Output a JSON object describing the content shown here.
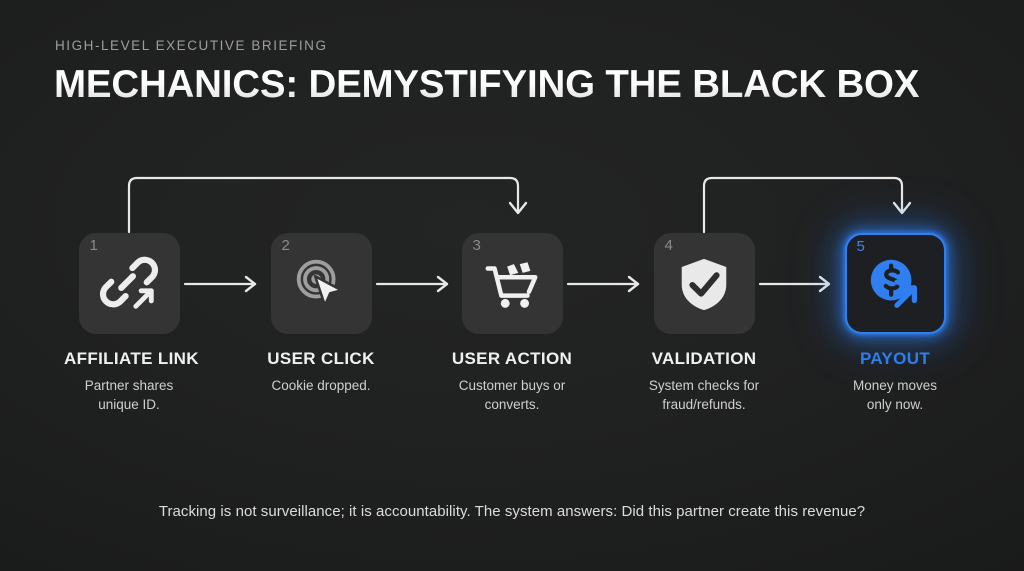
{
  "header": {
    "eyebrow": "HIGH-LEVEL EXECUTIVE BRIEFING",
    "title": "MECHANICS: DEMYSTIFYING THE BLACK BOX"
  },
  "colors": {
    "background": "#1f2020",
    "card": "#343434",
    "accent": "#2f7ff0",
    "text": "#f0f0f0",
    "muted": "#9d9d9d",
    "connector": "#e6e6e6"
  },
  "flow": {
    "steps": [
      {
        "number": "1",
        "icon": "link-icon",
        "title": "AFFILIATE LINK",
        "desc_line1": "Partner shares",
        "desc_line2": "unique ID.",
        "highlighted": false
      },
      {
        "number": "2",
        "icon": "cursor-click-icon",
        "title": "USER CLICK",
        "desc_line1": "Cookie dropped.",
        "desc_line2": "",
        "highlighted": false
      },
      {
        "number": "3",
        "icon": "shopping-cart-icon",
        "title": "USER ACTION",
        "desc_line1": "Customer buys or",
        "desc_line2": "converts.",
        "highlighted": false
      },
      {
        "number": "4",
        "icon": "shield-check-icon",
        "title": "VALIDATION",
        "desc_line1": "System checks for",
        "desc_line2": "fraud/refunds.",
        "highlighted": false
      },
      {
        "number": "5",
        "icon": "dollar-growth-icon",
        "title": "PAYOUT",
        "desc_line1": "Money moves",
        "desc_line2": "only now.",
        "highlighted": true
      }
    ],
    "connectors": [
      {
        "name": "arrow-step1-to-step2"
      },
      {
        "name": "arrow-step2-to-step3"
      },
      {
        "name": "arrow-step3-to-step4"
      },
      {
        "name": "arrow-step4-to-step5"
      }
    ],
    "loops": [
      {
        "name": "loop-step1-to-step3"
      },
      {
        "name": "loop-step4-to-step5"
      }
    ]
  },
  "footer": {
    "caption": "Tracking is not surveillance; it is accountability. The system answers: Did this partner create this revenue?"
  }
}
